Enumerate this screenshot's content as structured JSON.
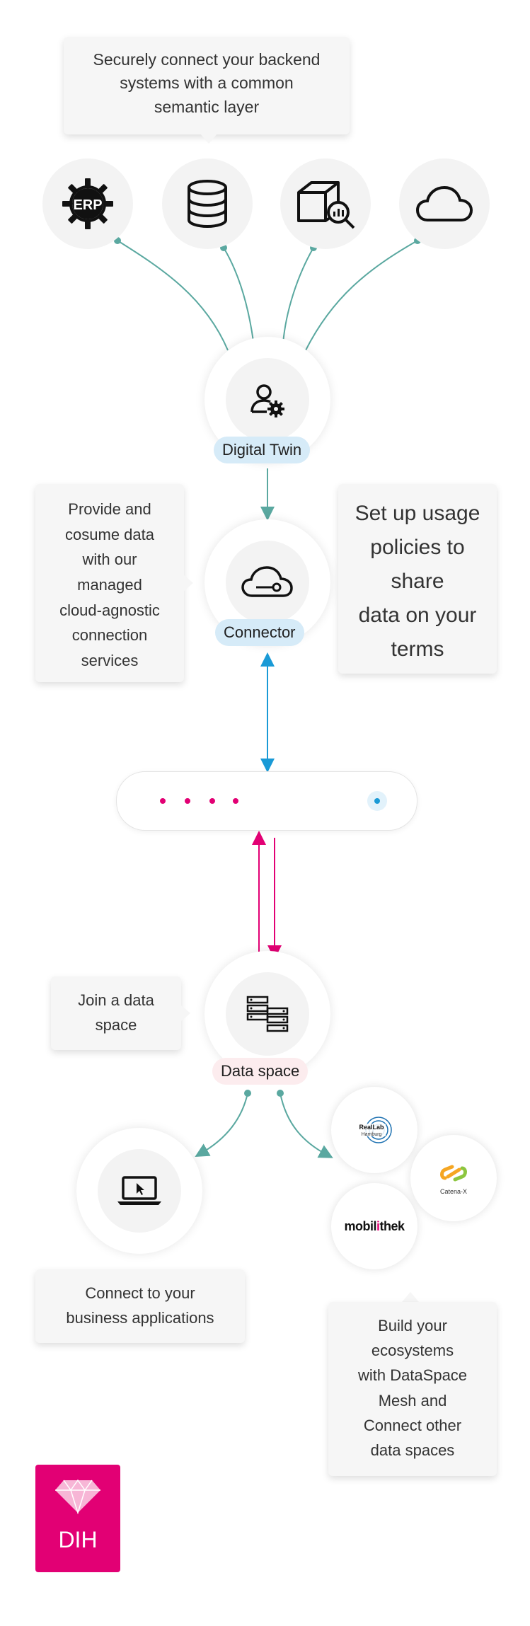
{
  "colors": {
    "teal": "#5aa8a0",
    "blue": "#1a9ad6",
    "magenta": "#e20074",
    "pill_blue": "#d6ebf8",
    "pill_pink": "#fcecee"
  },
  "top_callout": {
    "lines": [
      "Securely connect your backend",
      "systems with a common",
      "semantic layer"
    ]
  },
  "backend_systems": [
    {
      "icon": "erp-gear-icon",
      "label": "ERP"
    },
    {
      "icon": "database-icon"
    },
    {
      "icon": "box-search-icon"
    },
    {
      "icon": "cloud-icon"
    }
  ],
  "digital_twin": {
    "label": "Digital Twin",
    "icon": "user-gear-icon"
  },
  "left_callout": {
    "lines": [
      "Provide and",
      "cosume data",
      "with our",
      "managed",
      "cloud-agnostic",
      "connection",
      "services"
    ]
  },
  "right_callout": {
    "lines": [
      "Set up usage",
      "policies to",
      "share",
      "data on your",
      "terms"
    ]
  },
  "connector": {
    "label": "Connector",
    "icon": "cloud-key-icon"
  },
  "network_bar": {
    "dots": 4,
    "status_indicator": "blue-dot-icon"
  },
  "data_space": {
    "label": "Data space",
    "icon": "server-exchange-icon"
  },
  "join_callout": {
    "lines": [
      "Join a data",
      "space"
    ]
  },
  "business_apps": {
    "icon": "laptop-cursor-icon"
  },
  "business_callout": {
    "lines": [
      "Connect to your",
      "business applications"
    ]
  },
  "ecosystems": {
    "logos": [
      {
        "name": "reallab-logo",
        "line1": "RealLab",
        "line2": "Hamburg"
      },
      {
        "name": "catena-x-logo",
        "text": "Catena-X"
      },
      {
        "name": "mobilithek-logo",
        "part1": "mobil",
        "part2": "i",
        "part3": "thek"
      }
    ]
  },
  "ecosystem_callout": {
    "lines": [
      "Build your",
      "ecosystems",
      "with DataSpace",
      "Mesh and",
      "Connect other",
      "data spaces"
    ]
  },
  "brand": {
    "label": "DIH"
  }
}
